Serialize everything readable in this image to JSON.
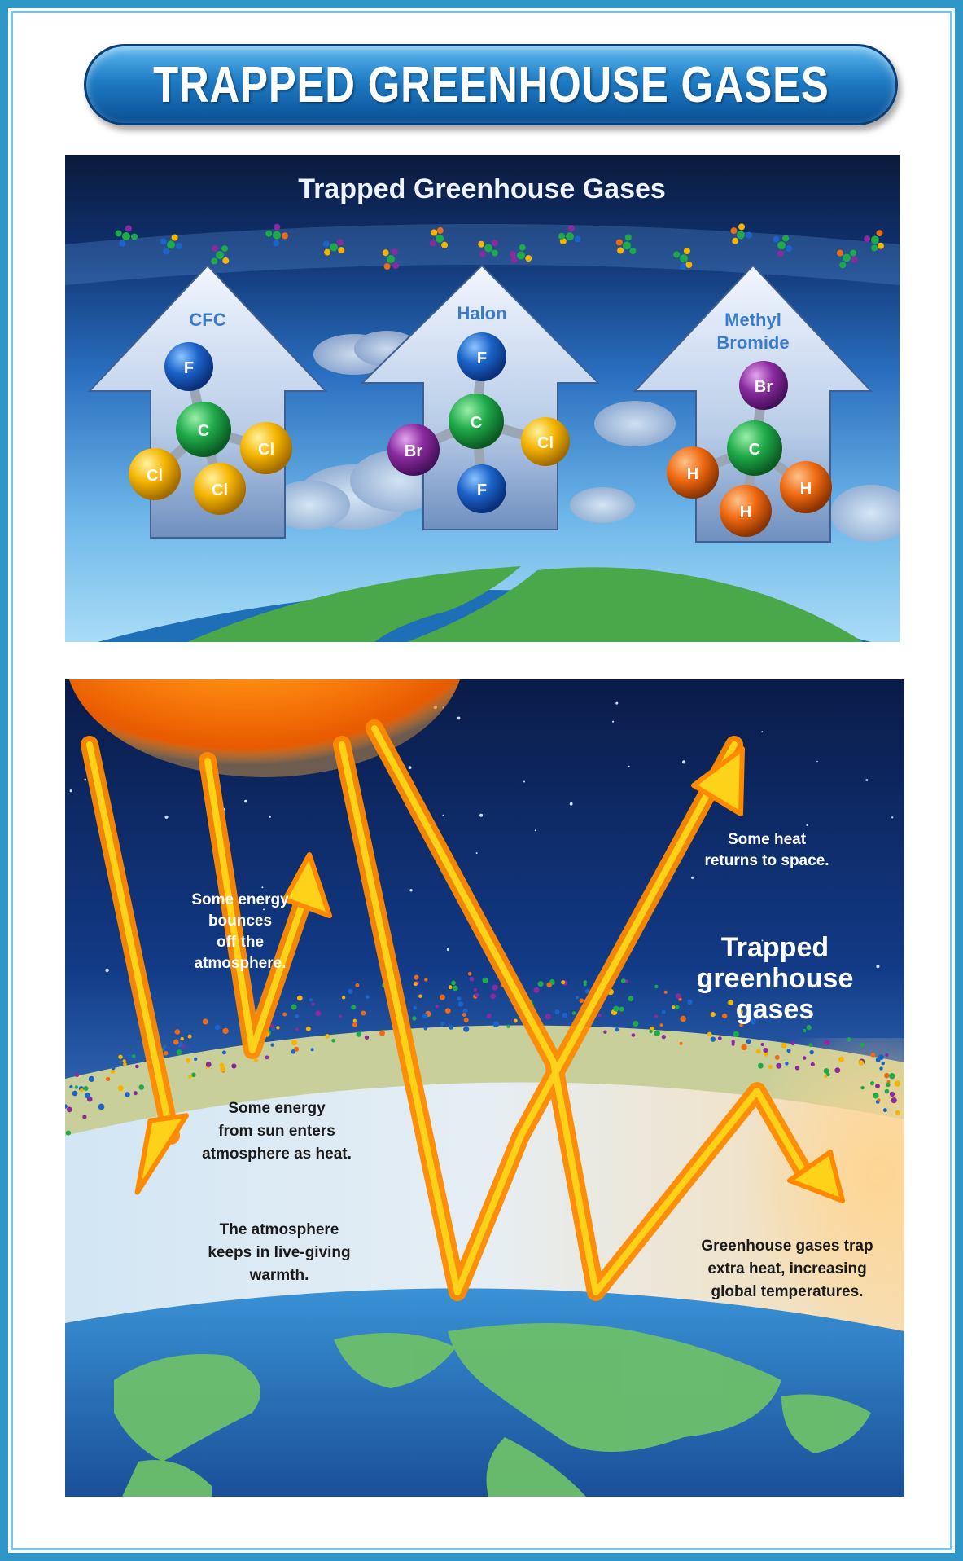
{
  "banner": {
    "title": "TRAPPED GREENHOUSE GASES"
  },
  "top_panel": {
    "heading": "Trapped Greenhouse Gases",
    "molecules": [
      {
        "name": "CFC",
        "center": "C",
        "atoms": [
          "F",
          "Cl",
          "Cl",
          "Cl"
        ]
      },
      {
        "name": "Halon",
        "center": "C",
        "atoms": [
          "F",
          "Br",
          "Cl",
          "F"
        ]
      },
      {
        "name_line1": "Methyl",
        "name_line2": "Bromide",
        "center": "C",
        "atoms": [
          "Br",
          "H",
          "H",
          "H"
        ]
      }
    ]
  },
  "bottom_panel": {
    "label_bounce": [
      "Some energy",
      "bounces",
      "off the",
      "atmosphere."
    ],
    "label_enter": [
      "Some energy",
      "from sun enters",
      "atmosphere as heat."
    ],
    "label_warmth": [
      "The atmosphere",
      "keeps in live-giving",
      "warmth."
    ],
    "label_space": [
      "Some heat",
      "returns to space."
    ],
    "label_trapped": [
      "Trapped",
      "greenhouse",
      "gases"
    ],
    "label_trap_heat": [
      "Greenhouse gases trap",
      "extra heat, increasing",
      "global temperatures."
    ]
  },
  "colors": {
    "banner_blue": "#1f7cc4",
    "frame_blue": "#2f97c8",
    "arrow_orange": "#ff8a00",
    "arrow_yellow": "#ffd21a",
    "fluorine_blue": "#1b63c8",
    "carbon_green": "#1faa4a",
    "chlorine_yellow": "#f5b400",
    "bromine_purple": "#8a2a9e",
    "hydrogen_orange": "#f06a12",
    "earth_green": "#4aa84a",
    "ocean_blue": "#1f6fb8"
  }
}
